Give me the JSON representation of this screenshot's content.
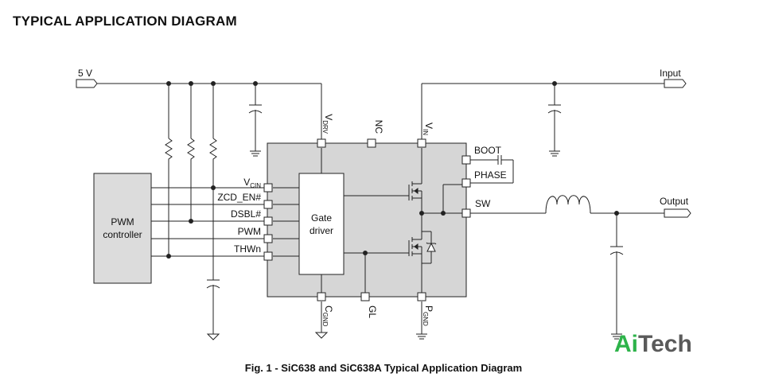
{
  "title": "TYPICAL APPLICATION DIAGRAM",
  "caption": "Fig. 1 - SiC638 and SiC638A Typical Application Diagram",
  "logo": {
    "part1": "Ai",
    "part2": "Tech",
    "color1": "#2db34a",
    "color2": "#5a5a5a"
  },
  "colors": {
    "ic_body": "#d6d6d6",
    "line": "#222222",
    "box_fill": "#dcdcdc"
  },
  "ports": {
    "supply": "5 V",
    "input": "Input",
    "output": "Output"
  },
  "blocks": {
    "pwm_line1": "PWM",
    "pwm_line2": "controller",
    "driver_line1": "Gate",
    "driver_line2": "driver"
  },
  "pins": {
    "vdrv": {
      "main": "V",
      "sub": "DRV"
    },
    "nc": "NC",
    "vin": {
      "main": "V",
      "sub": "IN"
    },
    "vcin": {
      "main": "V",
      "sub": "CIN"
    },
    "zcd_en": "ZCD_EN#",
    "dsbl": "DSBL#",
    "pwm": "PWM",
    "thwn": "THWn",
    "cgnd": {
      "main": "C",
      "sub": "GND"
    },
    "gl": "GL",
    "pgnd": {
      "main": "P",
      "sub": "GND"
    },
    "boot": "BOOT",
    "phase": "PHASE",
    "sw": "SW"
  }
}
